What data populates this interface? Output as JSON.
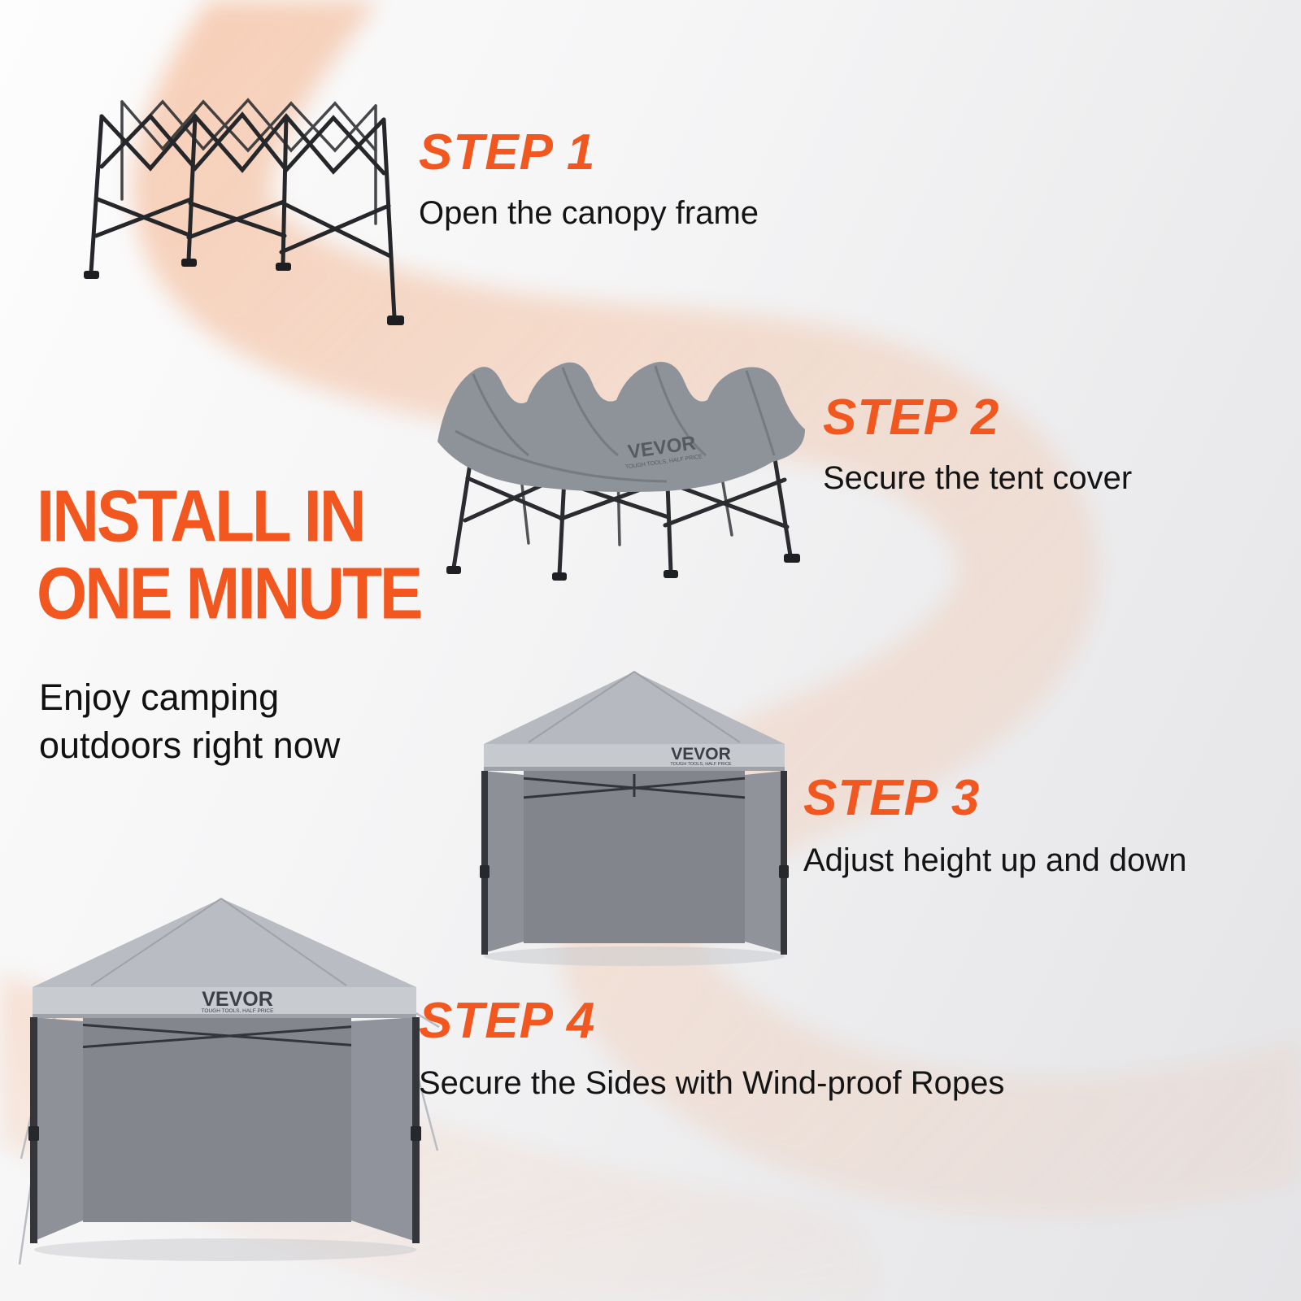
{
  "accent_color": "#F1571E",
  "headline": {
    "line1": "INSTALL IN",
    "line2": "ONE MINUTE"
  },
  "subheadline": {
    "line1": "Enjoy camping",
    "line2": "outdoors right now"
  },
  "steps": [
    {
      "label": "STEP 1",
      "description": "Open the canopy frame"
    },
    {
      "label": "STEP 2",
      "description": "Secure the tent cover"
    },
    {
      "label": "STEP 3",
      "description": "Adjust height up and down"
    },
    {
      "label": "STEP 4",
      "description": "Secure the Sides with Wind-proof Ropes"
    }
  ],
  "brand": {
    "name": "VEVOR",
    "tagline": "TOUGH TOOLS, HALF PRICE"
  }
}
